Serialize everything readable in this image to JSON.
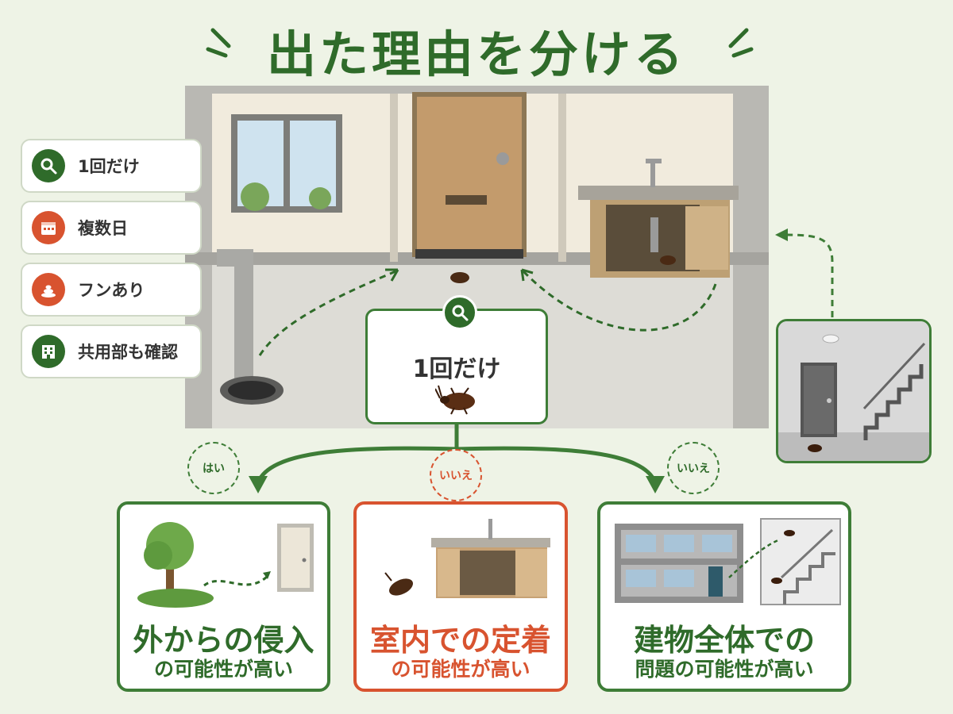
{
  "title": "出た理由を分ける",
  "side_tags": [
    {
      "icon": "search-icon",
      "label": "1回だけ",
      "color": "#2f6b2a"
    },
    {
      "icon": "calendar-icon",
      "label": "複数日",
      "color": "#d8532f"
    },
    {
      "icon": "poop-icon",
      "label": "フンあり",
      "color": "#d8532f"
    },
    {
      "icon": "building-icon",
      "label": "共用部も確認",
      "color": "#2f6b2a"
    }
  ],
  "center": {
    "icon": "search-icon",
    "label": "1回だけ"
  },
  "branches": [
    {
      "badge": "はい",
      "color": "#3e7d37",
      "line1": "外からの侵入",
      "line2": "の可能性が高い"
    },
    {
      "badge": "いいえ",
      "color": "#d8532f",
      "line1": "室内での定着",
      "line2": "の可能性が高い"
    },
    {
      "badge": "いいえ",
      "color": "#3e7d37",
      "line1": "建物全体での",
      "line2": "問題の可能性が高い"
    }
  ],
  "colors": {
    "green": "#3e7d37",
    "dark_green": "#2f6b2a",
    "red": "#d8532f",
    "background": "#eef3e6"
  }
}
